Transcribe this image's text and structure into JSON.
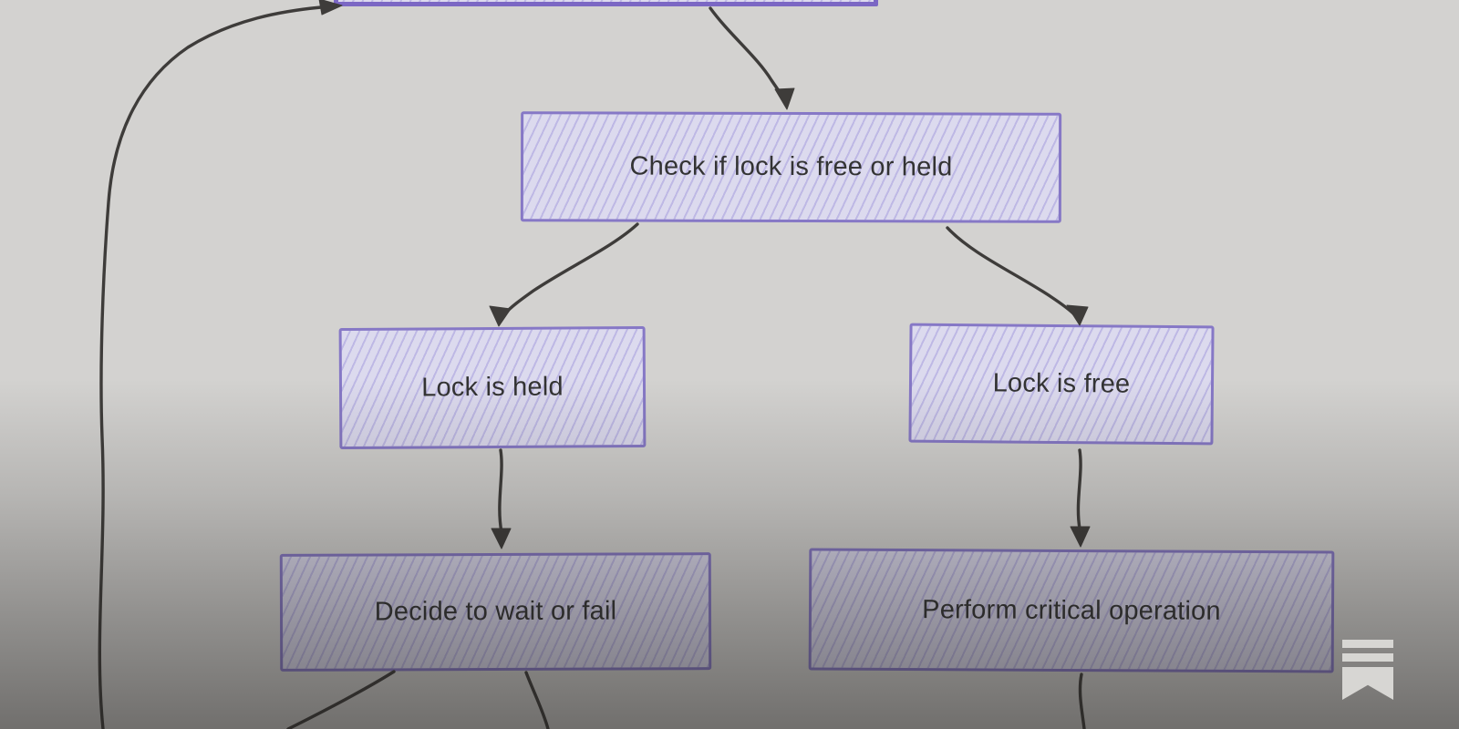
{
  "diagram": {
    "nodes": {
      "check": {
        "label": "Check if lock is free or held"
      },
      "held": {
        "label": "Lock is held"
      },
      "free": {
        "label": "Lock is free"
      },
      "decide": {
        "label": "Decide to wait or fail"
      },
      "perform": {
        "label": "Perform critical operation"
      }
    },
    "colors": {
      "background": "#d3d2d0",
      "node_border": "#8678c6",
      "node_fill": "#dcdaee",
      "node_hatch": "rgba(165,157,221,0.55)",
      "arrow": "#3e3c3a",
      "text": "#333333",
      "logo": "#d7d6d3"
    }
  },
  "branding": {
    "logo_icon": "substack-bookmark-icon"
  }
}
